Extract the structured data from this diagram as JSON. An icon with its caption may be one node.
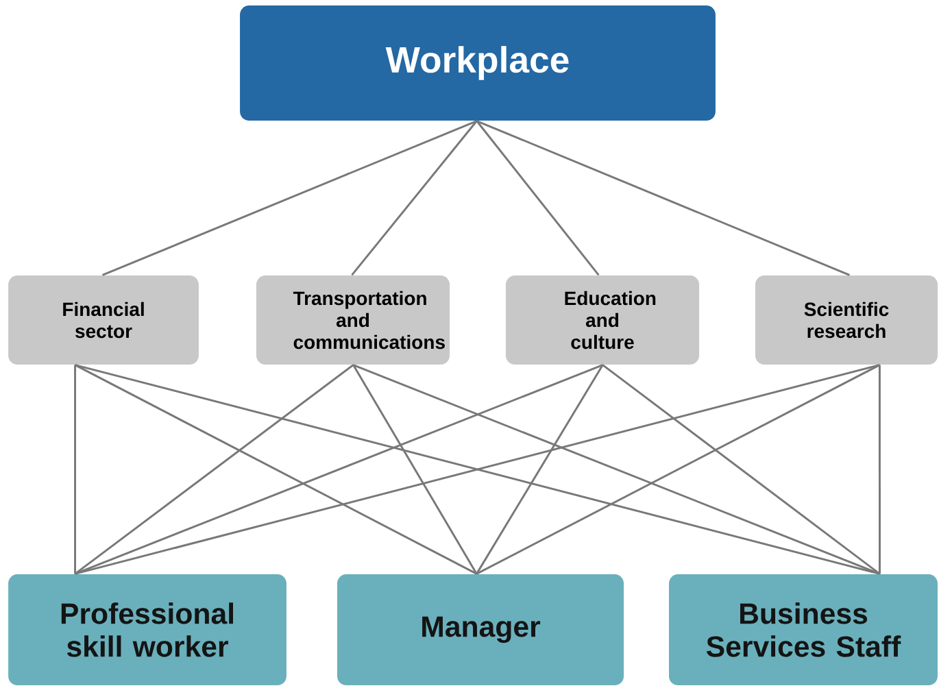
{
  "diagram": {
    "nodes": [
      {
        "text": [
          "Workplace"
        ]
      },
      {
        "text": [
          "Financial sector"
        ]
      },
      {
        "text": [
          "Transportation and communications"
        ]
      },
      {
        "text": [
          "Education and culture"
        ]
      },
      {
        "text": [
          "Scientific research"
        ]
      },
      {
        "text": [
          "Professional skill worker"
        ]
      },
      {
        "text": [
          "Manager"
        ]
      },
      {
        "text": [
          "Business Services Staff"
        ]
      }
    ],
    "edges": [
      {
        "from": 0,
        "to": 1,
        "arrow": "none"
      },
      {
        "from": 0,
        "to": 2,
        "arrow": "none"
      },
      {
        "from": 0,
        "to": 3,
        "arrow": "none"
      },
      {
        "from": 0,
        "to": 4,
        "arrow": "none"
      },
      {
        "from": 1,
        "to": 5,
        "arrow": "none"
      },
      {
        "from": 1,
        "to": 6,
        "arrow": "none"
      },
      {
        "from": 1,
        "to": 7,
        "arrow": "none"
      },
      {
        "from": 2,
        "to": 5,
        "arrow": "none"
      },
      {
        "from": 2,
        "to": 6,
        "arrow": "none"
      },
      {
        "from": 2,
        "to": 7,
        "arrow": "none"
      },
      {
        "from": 3,
        "to": 5,
        "arrow": "none"
      },
      {
        "from": 3,
        "to": 6,
        "arrow": "none"
      },
      {
        "from": 3,
        "to": 7,
        "arrow": "none"
      },
      {
        "from": 4,
        "to": 5,
        "arrow": "none"
      },
      {
        "from": 4,
        "to": 6,
        "arrow": "none"
      },
      {
        "from": 4,
        "to": 7,
        "arrow": "none"
      }
    ]
  }
}
